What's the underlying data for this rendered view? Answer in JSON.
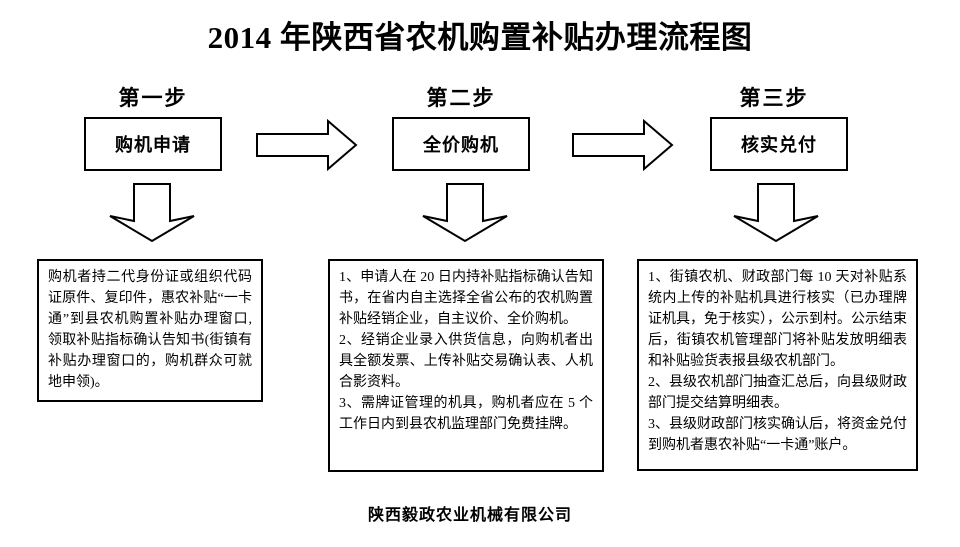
{
  "title": "2014 年陕西省农机购置补贴办理流程图",
  "steps": [
    {
      "label": "第一步",
      "box": "购机申请",
      "detail": "购机者持二代身份证或组织代码证原件、复印件，惠农补贴“一卡通”到县农机购置补贴办理窗口,领取补贴指标确认告知书(街镇有补贴办理窗口的，购机群众可就地申领)。"
    },
    {
      "label": "第二步",
      "box": "全价购机",
      "detail": "1、申请人在 20 日内持补贴指标确认告知书，在省内自主选择全省公布的农机购置补贴经销企业，自主议价、全价购机。\n2、经销企业录入供货信息，向购机者出具全额发票、上传补贴交易确认表、人机合影资料。\n3、需牌证管理的机具，购机者应在 5 个工作日内到县农机监理部门免费挂牌。"
    },
    {
      "label": "第三步",
      "box": "核实兑付",
      "detail": "1、街镇农机、财政部门每 10 天对补贴系统内上传的补贴机具进行核实（已办理牌证机具，免于核实），公示到村。公示结束后，街镇农机管理部门将补贴发放明细表和补贴验货表报县级农机部门。\n2、县级农机部门抽查汇总后，向县级财政部门提交结算明细表。\n3、县级财政部门核实确认后，将资金兑付到购机者惠农补贴“一卡通”账户。"
    }
  ],
  "footer": "陕西毅政农业机械有限公司",
  "colors": {
    "ink": "#000000",
    "background": "#ffffff"
  }
}
